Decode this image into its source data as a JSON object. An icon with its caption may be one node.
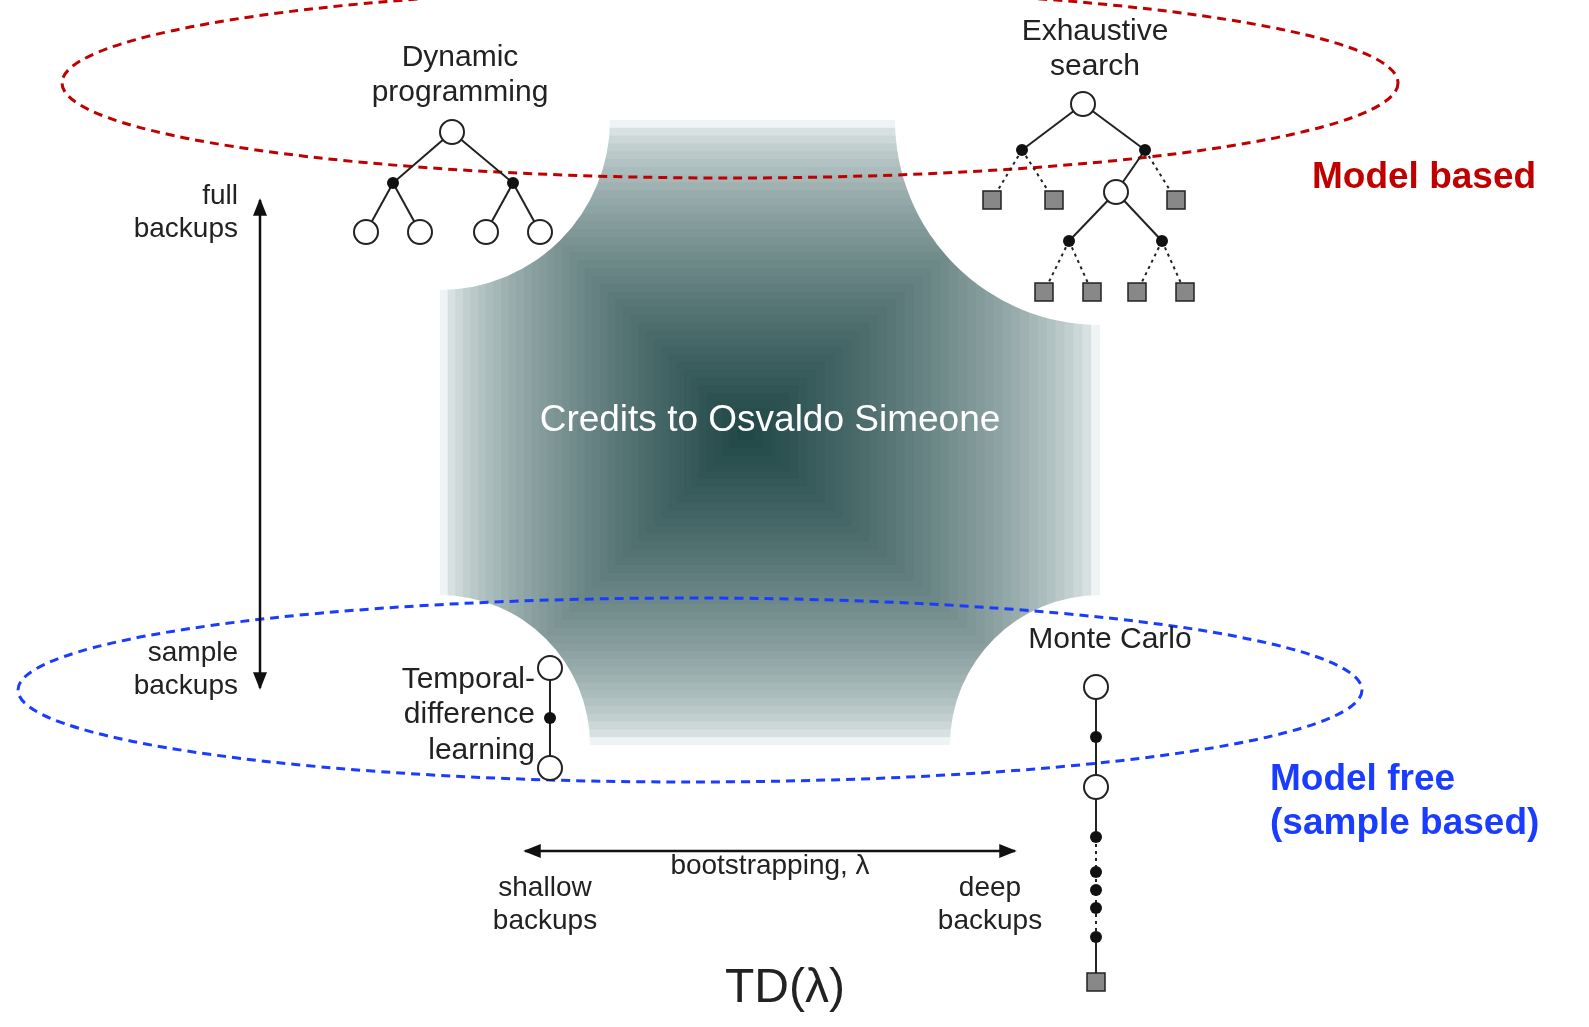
{
  "diagram": {
    "labels": [
      "Dynamic programming",
      "Exhaustive search",
      "Model based",
      "full backups",
      "sample backups",
      "Credits to Osvaldo Simeone",
      "Temporal-difference learning",
      "Monte Carlo",
      "Model free (sample based)",
      "shallow backups",
      "bootstrapping, λ",
      "deep backups",
      "TD(λ)"
    ]
  }
}
